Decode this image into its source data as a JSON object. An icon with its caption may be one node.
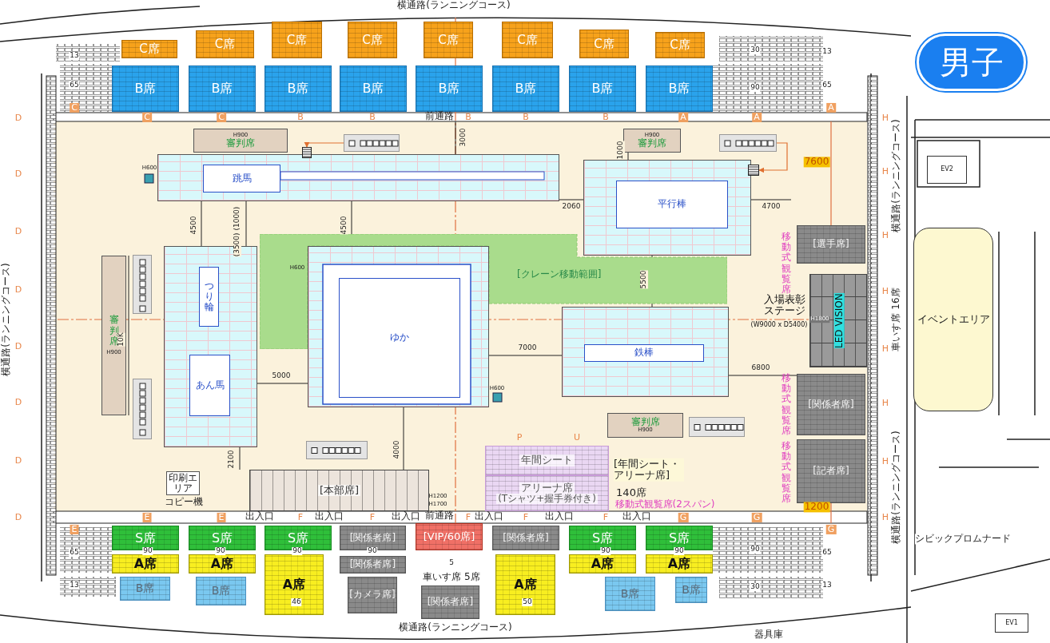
{
  "diagram": {
    "nodes": [
      {
        "text": [
          "男子"
        ]
      },
      {
        "text": [
          "C席"
        ]
      },
      {
        "text": [
          "C席"
        ]
      },
      {
        "text": [
          "C席"
        ]
      },
      {
        "text": [
          "C席"
        ]
      },
      {
        "text": [
          "C席"
        ]
      },
      {
        "text": [
          "C席"
        ]
      },
      {
        "text": [
          "C席"
        ]
      },
      {
        "text": [
          "C席"
        ]
      },
      {
        "text": [
          "B席"
        ]
      },
      {
        "text": [
          "B席"
        ]
      },
      {
        "text": [
          "B席"
        ]
      },
      {
        "text": [
          "B席"
        ]
      },
      {
        "text": [
          "B席"
        ]
      },
      {
        "text": [
          "B席"
        ]
      },
      {
        "text": [
          "B席"
        ]
      },
      {
        "text": [
          "B席"
        ]
      },
      {
        "text": [
          "S席"
        ]
      },
      {
        "text": [
          "S席"
        ]
      },
      {
        "text": [
          "S席"
        ]
      },
      {
        "text": [
          "[関係者席]"
        ]
      },
      {
        "text": [
          "[VIP/60席]"
        ]
      },
      {
        "text": [
          "[関係者席]"
        ]
      },
      {
        "text": [
          "S席"
        ]
      },
      {
        "text": [
          "S席"
        ]
      },
      {
        "text": [
          "A席"
        ]
      },
      {
        "text": [
          "A席"
        ]
      },
      {
        "text": [
          "A席"
        ]
      },
      {
        "text": [
          "[関係者席]"
        ]
      },
      {
        "text": [
          "A席"
        ]
      },
      {
        "text": [
          "A席"
        ]
      },
      {
        "text": [
          "A席"
        ]
      },
      {
        "text": [
          "B席"
        ]
      },
      {
        "text": [
          "B席"
        ]
      },
      {
        "text": [
          "[カメラ席]"
        ]
      },
      {
        "text": [
          "[関係者席]"
        ]
      },
      {
        "text": [
          "B席"
        ]
      },
      {
        "text": [
          "B席"
        ]
      },
      {
        "text": [
          "[選手席]"
        ]
      },
      {
        "text": [
          "LED VISION"
        ],
        "beside": [
          "入場表彰ステージ",
          "(W9000 x D5400)"
        ]
      },
      {
        "text": [
          "[関係者席]"
        ]
      },
      {
        "text": [
          "[記者席]"
        ]
      },
      {
        "text": [
          "イベントエリア"
        ]
      },
      {
        "text": [
          "EV2"
        ]
      },
      {
        "text": [
          "EV1"
        ]
      },
      {
        "text": [],
        "shape": "box"
      },
      {
        "text": [
          "跳馬"
        ],
        "in": 45
      },
      {
        "text": [],
        "shape": "box"
      },
      {
        "text": [
          "平行棒"
        ],
        "in": 47
      },
      {
        "text": [],
        "shape": "box"
      },
      {
        "text": [
          "つり輪"
        ],
        "in": 49
      },
      {
        "text": [
          "あん馬"
        ],
        "in": 49
      },
      {
        "text": [],
        "shape": "box"
      },
      {
        "text": [
          "ゆか"
        ],
        "in": 52
      },
      {
        "text": [],
        "shape": "box"
      },
      {
        "text": [
          "鉄棒"
        ],
        "in": 54
      },
      {
        "text": [
          "[クレーン移動範囲]"
        ]
      },
      {
        "text": [
          "[本部席]"
        ]
      },
      {
        "text": [
          "年間シート"
        ]
      },
      {
        "text": [
          "アリーナ席",
          "(Tシャツ+握手券付き)"
        ]
      },
      {
        "text": [
          "H900",
          "審判席"
        ]
      },
      {
        "text": [
          "H900",
          "審判席"
        ]
      },
      {
        "text": [
          "審判席",
          "H900"
        ]
      },
      {
        "text": [
          "審判席",
          "H900"
        ]
      },
      {
        "text": [
          "印刷エリア"
        ]
      },
      {
        "text": [],
        "shape": "box"
      },
      {
        "text": [],
        "shape": "box"
      },
      {
        "text": [],
        "shape": "box"
      },
      {
        "text": [],
        "shape": "box"
      },
      {
        "text": [],
        "shape": "box"
      },
      {
        "text": [],
        "shape": "box"
      },
      {
        "text": [],
        "shape": "stairs"
      },
      {
        "text": [],
        "shape": "stairs"
      }
    ],
    "edges": [
      {
        "from": 65,
        "to": 71,
        "arrow": "to"
      },
      {
        "from": 66,
        "to": 72,
        "arrow": "to"
      }
    ],
    "labels": [
      "横通路(ランニングコース)",
      "13",
      "30",
      "13",
      "65",
      "90",
      "65",
      "C",
      "A",
      "C",
      "C",
      "B",
      "B",
      "前通路",
      "B",
      "B",
      "B",
      "A",
      "A",
      "3000",
      "H600",
      "1000",
      "7600",
      "2060",
      "4700",
      "4500",
      "(3500) (1000)",
      "4500",
      "H600",
      "5500",
      "H1800",
      "10K",
      "7000",
      "5000",
      "6800",
      "H600",
      "P",
      "U",
      "2100",
      "4000",
      "[年間シート・アリーナ席]",
      "140席",
      "移動式観覧席(2スパン)",
      "H1200",
      "H1700",
      "コピー機",
      "1200",
      "出入口",
      "出入口",
      "出入口",
      "出入口",
      "出入口",
      "出入口",
      "E",
      "E",
      "E",
      "F",
      "F",
      "前通路",
      "F",
      "F",
      "F",
      "G",
      "G",
      "G",
      "65",
      "90",
      "90",
      "90",
      "90",
      "90",
      "90",
      "90",
      "65",
      "5",
      "車いす席 5席",
      "13",
      "46",
      "50",
      "30",
      "13",
      "横通路(ランニングコース)",
      "器具庫",
      "シビックプロムナード",
      "横通路(ランニングコース)",
      "横通路(ランニングコース)",
      "車いす席 16席",
      "横通路(ランニングコース)",
      "移動式観覧席",
      "移動式観覧席",
      "移動式観覧席",
      "D",
      "D",
      "D",
      "D",
      "D",
      "D",
      "D",
      "D",
      "H",
      "H",
      "H",
      "H",
      "H",
      "H",
      "H",
      "H"
    ]
  }
}
